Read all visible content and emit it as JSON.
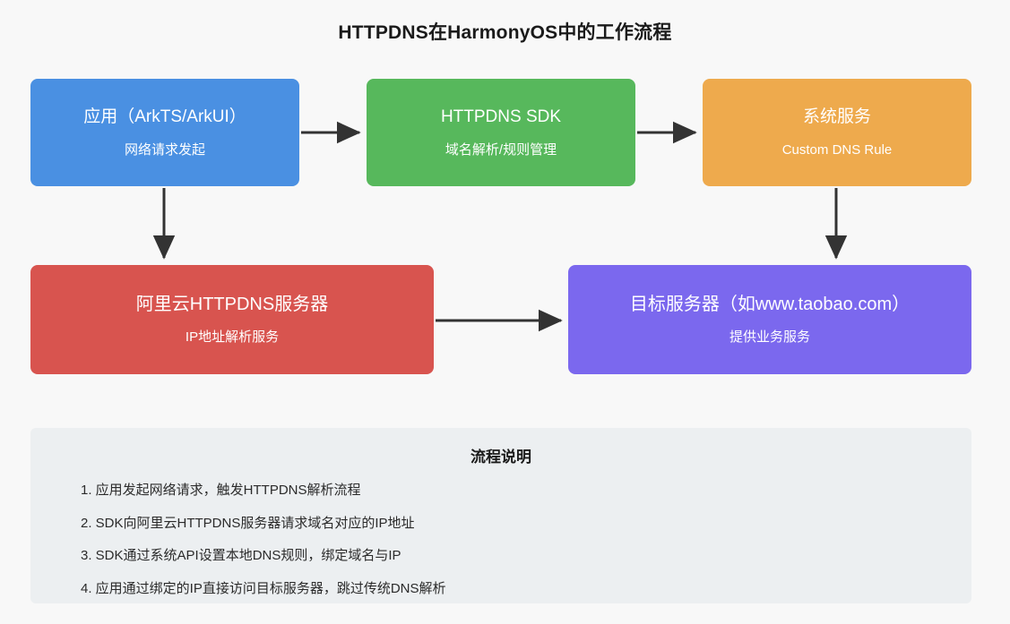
{
  "diagram": {
    "title": "HTTPDNS在HarmonyOS中的工作流程",
    "nodes": [
      {
        "id": "app",
        "title": "应用（ArkTS/ArkUI）",
        "subtitle": "网络请求发起",
        "color": "#4a90e2"
      },
      {
        "id": "sdk",
        "title": "HTTPDNS SDK",
        "subtitle": "域名解析/规则管理",
        "color": "#57b85c"
      },
      {
        "id": "sys",
        "title": "系统服务",
        "subtitle": "Custom DNS Rule",
        "color": "#eeaa4d"
      },
      {
        "id": "aliyun",
        "title": "阿里云HTTPDNS服务器",
        "subtitle": "IP地址解析服务",
        "color": "#d8544f"
      },
      {
        "id": "target",
        "title": "目标服务器（如www.taobao.com）",
        "subtitle": "提供业务服务",
        "color": "#7b68ee"
      }
    ],
    "edges": [
      {
        "from": "app",
        "to": "sdk",
        "direction": "right"
      },
      {
        "from": "sdk",
        "to": "sys",
        "direction": "right"
      },
      {
        "from": "app",
        "to": "aliyun",
        "direction": "down"
      },
      {
        "from": "sys",
        "to": "target",
        "direction": "down"
      },
      {
        "from": "aliyun",
        "to": "target",
        "direction": "right"
      }
    ],
    "arrow_color": "#333333"
  },
  "notes": {
    "title": "流程说明",
    "items": [
      "1. 应用发起网络请求，触发HTTPDNS解析流程",
      "2. SDK向阿里云HTTPDNS服务器请求域名对应的IP地址",
      "3. SDK通过系统API设置本地DNS规则，绑定域名与IP",
      "4. 应用通过绑定的IP直接访问目标服务器，跳过传统DNS解析"
    ],
    "background": "#eceff1"
  }
}
